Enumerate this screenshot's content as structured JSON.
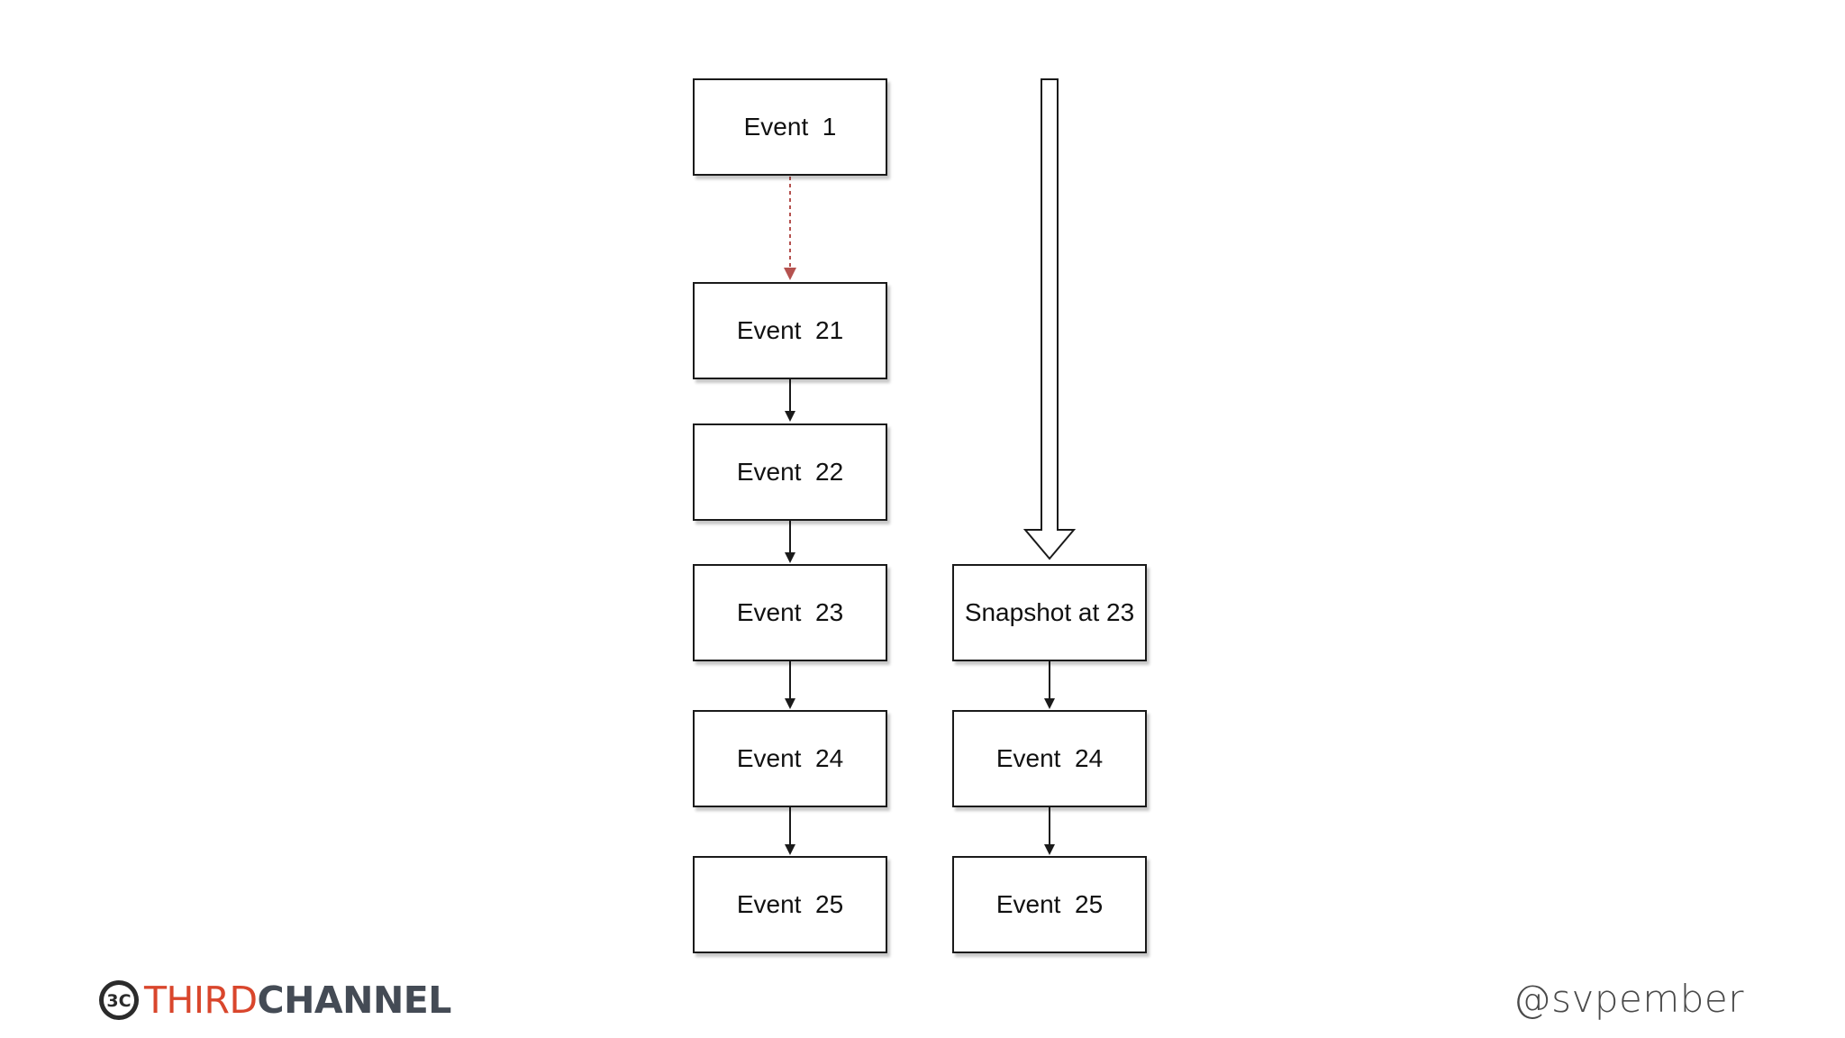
{
  "diagram": {
    "left_column": {
      "boxes": [
        {
          "id": "event-1",
          "label": "Event  1"
        },
        {
          "id": "event-21",
          "label": "Event  21"
        },
        {
          "id": "event-22",
          "label": "Event  22"
        },
        {
          "id": "event-23",
          "label": "Event  23"
        },
        {
          "id": "event-24",
          "label": "Event  24"
        },
        {
          "id": "event-25",
          "label": "Event  25"
        }
      ]
    },
    "right_column": {
      "boxes": [
        {
          "id": "snapshot-23",
          "label": "Snapshot at 23"
        },
        {
          "id": "event-24-b",
          "label": "Event  24"
        },
        {
          "id": "event-25-b",
          "label": "Event  25"
        }
      ]
    },
    "colors": {
      "skip_arrow": "#b5524f",
      "box_border": "#1a1a1a",
      "arrow": "#1a1a1a"
    }
  },
  "footer": {
    "logo_third": "THIRD",
    "logo_channel": "CHANNEL",
    "logo_mark_text": "3C",
    "logo_colors": {
      "third": "#d9462c",
      "channel": "#444b55"
    },
    "handle": "@svpember"
  }
}
